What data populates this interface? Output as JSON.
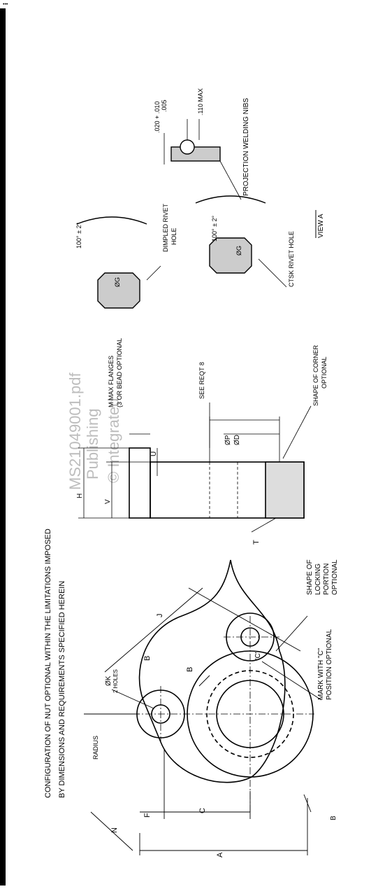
{
  "corner_mark": "•••",
  "notes": {
    "line1": "CONFIGURATION OF NUT OPTIONAL WITHIN THE LIMITATIONS IMPOSED",
    "line2": "BY DIMENSIONS AND REQUIREMENTS SPECIFIED HEREIN"
  },
  "plan_view": {
    "radius": "RADIUS",
    "hole_dia": "ØK",
    "two_holes": "2 HOLES",
    "dim_j": "J",
    "dim_b": "B",
    "dim_b2": "B",
    "dim_n": "N",
    "dim_f": "F",
    "dim_c": "C",
    "dim_a": "A",
    "dim_b3": "B",
    "c_mark": "\"C\"",
    "mark_with_c": "MARK WITH \"C\"",
    "position_optional": "POSITION OPTIONAL",
    "locking1": "SHAPE OF",
    "locking2": "LOCKING",
    "locking3": "PORTION",
    "locking4": "OPTIONAL"
  },
  "side_view": {
    "max_flanges1": "M MAX FLANGES",
    "max_flanges2": "(3 OR BEAD OPTIONAL",
    "see_reqt": "SEE REQT 8",
    "dim_h": "H",
    "dim_v": "V",
    "dim_u": "U",
    "dim_d": "ØD",
    "dim_p": "ØP",
    "dim_t": "T",
    "corner1": "SHAPE OF CORNER",
    "corner2": "OPTIONAL"
  },
  "view_a": {
    "angle1": "100° ± 2°",
    "dia_g1": "ØG",
    "dimpled1": "DIMPLED RIVET",
    "dimpled2": "HOLE",
    "angle2": "100° ± 2°",
    "dia_g2": "ØG",
    "ctsk": "CTSK RIVET HOLE",
    "title": "VIEW A",
    "nib_dim1": ".020 + .010",
    "nib_dim2": ".005",
    "nib_max": ".110 MAX",
    "nibs": "PROJECTION WELDING NIBS"
  },
  "watermark": {
    "line1": "© Integrated",
    "line2": "Publishing",
    "line3": "MS21049001.pdf"
  }
}
